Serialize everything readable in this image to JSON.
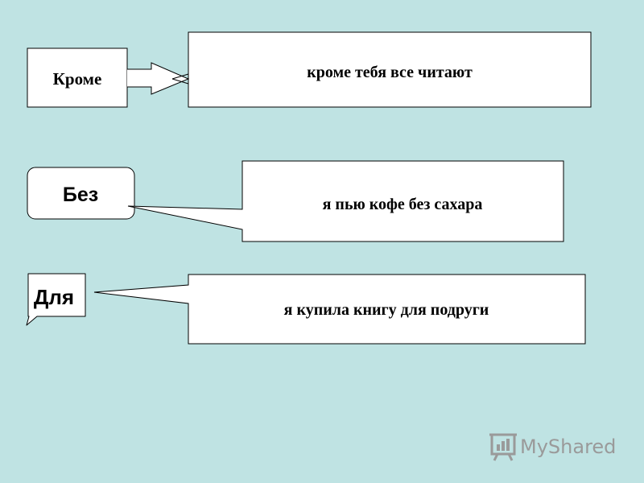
{
  "colors": {
    "background": "#bfe3e3",
    "box_fill": "#ffffff",
    "stroke": "#000000",
    "watermark": "#9a9a9a"
  },
  "rows": [
    {
      "word": "Кроме",
      "sentence": "кроме тебя все читают",
      "connector": "block-arrow"
    },
    {
      "word": "Без",
      "sentence": "я пью  кофе без сахара",
      "connector": "callout"
    },
    {
      "word": "Для",
      "sentence": "я купила книгу для подруги",
      "connector": "callout"
    }
  ],
  "watermark": {
    "text": "MyShared",
    "icon": "presentation-board-icon"
  }
}
